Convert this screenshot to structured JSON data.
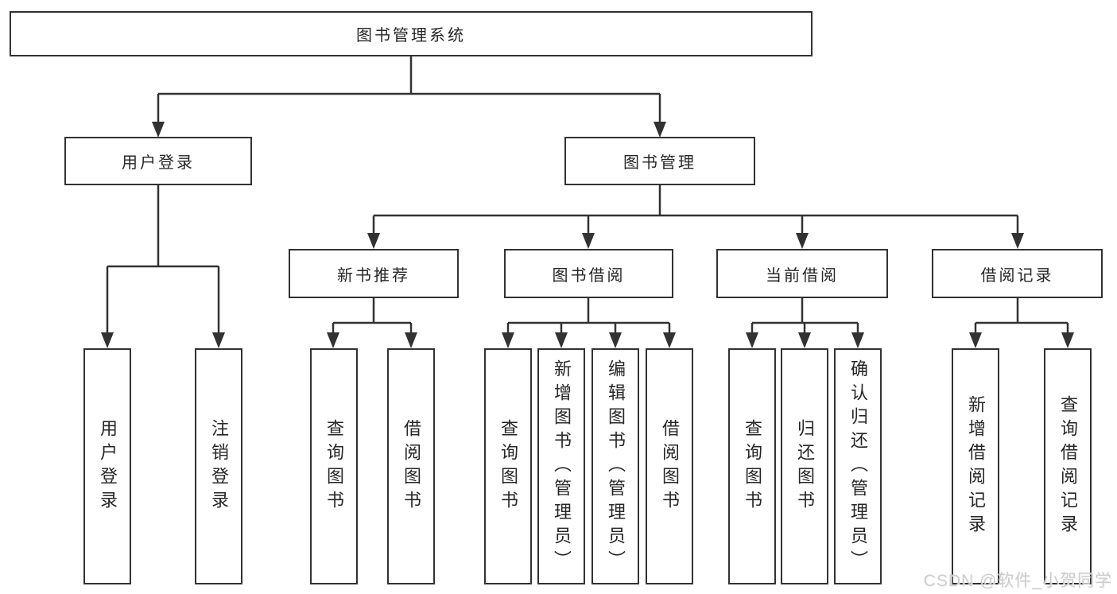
{
  "diagram": {
    "root": {
      "label": "图书管理系统",
      "children": [
        {
          "label": "用户登录",
          "children": [
            {
              "label": "用户登录"
            },
            {
              "label": "注销登录"
            }
          ]
        },
        {
          "label": "图书管理",
          "children": [
            {
              "label": "新书推荐",
              "children": [
                {
                  "label": "查询图书"
                },
                {
                  "label": "借阅图书"
                }
              ]
            },
            {
              "label": "图书借阅",
              "children": [
                {
                  "label": "查询图书"
                },
                {
                  "label": "新增图书（管理员）"
                },
                {
                  "label": "编辑图书（管理员）"
                },
                {
                  "label": "借阅图书"
                }
              ]
            },
            {
              "label": "当前借阅",
              "children": [
                {
                  "label": "查询图书"
                },
                {
                  "label": "归还图书"
                },
                {
                  "label": "确认归还（管理员）"
                }
              ]
            },
            {
              "label": "借阅记录",
              "children": [
                {
                  "label": "新增借阅记录"
                },
                {
                  "label": "查询借阅记录"
                }
              ]
            }
          ]
        }
      ]
    }
  },
  "watermark": {
    "text": "CSDN @软件_小贺同学"
  },
  "colors": {
    "line": "#323232",
    "box_border": "#323232",
    "box_fill": "#ffffff",
    "text": "#262626",
    "watermark": "#c9c9c9",
    "background": "#ffffff"
  }
}
